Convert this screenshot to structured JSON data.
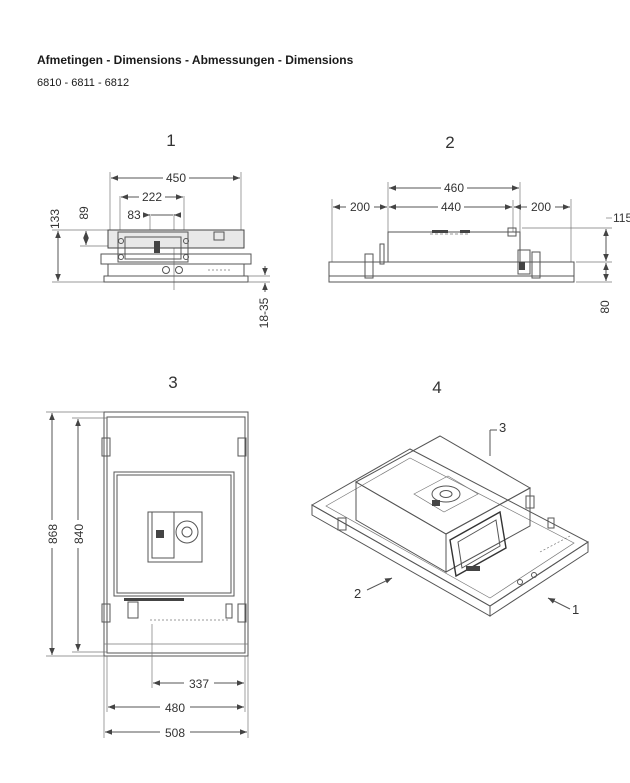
{
  "header": {
    "title": "Afmetingen - Dimensions  - Abmessungen  - Dimensions",
    "models": "6810 - 6811 - 6812"
  },
  "views": {
    "v1": {
      "number": "1",
      "dims": {
        "width_total": "450",
        "width_mid": "222",
        "width_inner": "83",
        "height_total": "133",
        "height_inner": "89",
        "gap": "18-35"
      }
    },
    "v2": {
      "number": "2",
      "dims": {
        "width_outer": "460",
        "width_inner": "440",
        "side_left": "200",
        "side_right": "200",
        "height_top": "115",
        "height_bottom": "80"
      }
    },
    "v3": {
      "number": "3",
      "dims": {
        "height_total": "868",
        "height_inner": "840",
        "width_offset": "337",
        "width_inner": "480",
        "width_total": "508"
      }
    },
    "v4": {
      "number": "4",
      "callouts": [
        "3",
        "2",
        "1"
      ]
    }
  }
}
